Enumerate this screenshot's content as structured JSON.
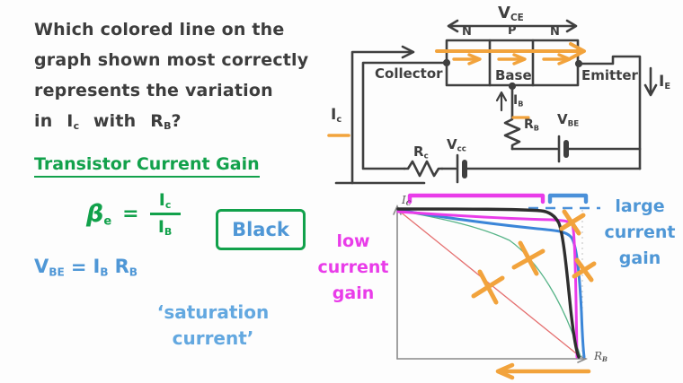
{
  "colors": {
    "ink": "#3f3f3f",
    "green": "#12a14b",
    "blue": "#4f97d6",
    "light_blue": "#63a8e0",
    "magenta": "#e93ce9",
    "blue_curve": "#3b86d8",
    "green_curve": "#57b488",
    "red_curve": "#e57070",
    "orange": "#f2a33c",
    "black_curve": "#2e2e2e",
    "axis_gray": "#8a8a8a"
  },
  "question": {
    "line1": "Which colored line on the",
    "line2": "graph shown most correctly",
    "line3": "represents the variation",
    "line4": {
      "pre": "in",
      "sym1": "I",
      "sub1": "c",
      "mid": "with",
      "sym2": "R",
      "sub2": "B",
      "end": "?"
    }
  },
  "gain": {
    "heading": "Transistor Current Gain",
    "beta": "β",
    "beta_sub": "e",
    "equals": "=",
    "num": "I",
    "num_sub": "c",
    "den": "I",
    "den_sub": "B",
    "answer": "Black"
  },
  "vbe_eq": {
    "v": "V",
    "v_sub": "BE",
    "equals": "=",
    "i": "I",
    "i_sub": "B",
    "r": "R",
    "r_sub": "B"
  },
  "saturation": {
    "line1": "‘saturation",
    "line2": "current’"
  },
  "circuit": {
    "vce": "V",
    "vce_sub": "CE",
    "n_left": "N",
    "p": "P",
    "n_right": "N",
    "collector": "Collector",
    "base": "Base",
    "emitter": "Emitter",
    "ie": "I",
    "ie_sub": "E",
    "ic": "I",
    "ic_sub": "c",
    "ib": "I",
    "ib_sub": "B",
    "rb": "R",
    "rb_sub": "B",
    "rc": "R",
    "rc_sub": "c",
    "vcc": "V",
    "vcc_sub": "cc",
    "vbe": "V",
    "vbe_sub": "BE"
  },
  "graph": {
    "ylabel": "I",
    "ylabel_sub": "C",
    "xlabel": "R",
    "xlabel_sub": "B",
    "low_gain": {
      "line1": "low",
      "line2": "current",
      "line3": "gain"
    },
    "large_gain": {
      "line1": "large",
      "line2": "current",
      "line3": "gain"
    }
  },
  "chart_data": {
    "type": "line",
    "title": "",
    "xlabel": "R_B",
    "ylabel": "I_C",
    "axes_numeric": false,
    "x_norm_range": [
      0,
      1
    ],
    "y_norm_range": [
      0,
      1
    ],
    "grid": false,
    "series": [
      {
        "name": "black",
        "color": "#2e2e2e",
        "note": "flat at saturation level then sharp fall at high R_B (correct answer)",
        "x": [
          0,
          0.6,
          0.78,
          0.86,
          0.92,
          0.97
        ],
        "y": [
          1,
          1,
          0.93,
          0.6,
          0.2,
          0
        ]
      },
      {
        "name": "magenta",
        "color": "#e93ce9",
        "note": "near-flat then almost vertical fall",
        "x": [
          0,
          0.6,
          0.88,
          0.94,
          0.95,
          0.96
        ],
        "y": [
          0.98,
          0.96,
          0.95,
          0.7,
          0.3,
          0
        ]
      },
      {
        "name": "blue",
        "color": "#3b86d8",
        "note": "gentle decline then rounded steep fall at largest R_B",
        "x": [
          0,
          0.4,
          0.75,
          0.92,
          0.97,
          1.0
        ],
        "y": [
          0.99,
          0.93,
          0.88,
          0.8,
          0.4,
          0
        ]
      },
      {
        "name": "green",
        "color": "#57b488",
        "note": "smooth accelerating decline",
        "x": [
          0,
          0.3,
          0.6,
          0.77,
          0.92,
          0.98
        ],
        "y": [
          0.99,
          0.92,
          0.79,
          0.62,
          0.33,
          0
        ]
      },
      {
        "name": "red",
        "color": "#e57070",
        "note": "straight diagonal decline",
        "x": [
          0,
          0.98
        ],
        "y": [
          0.99,
          0
        ]
      }
    ],
    "annotations": [
      "magenta bracket above most of the R_B range labelled 'low current gain'",
      "blue bracket above the high-R_B range labelled 'large current gain'",
      "blue dashed horizontal line marking the saturation current level",
      "light dotted vertical line at the convergence R_B value",
      "four orange X marks crossing the red, green, magenta and blue curves",
      "orange arrow under the R_B axis pointing toward decreasing R_B"
    ],
    "legend": "none"
  }
}
